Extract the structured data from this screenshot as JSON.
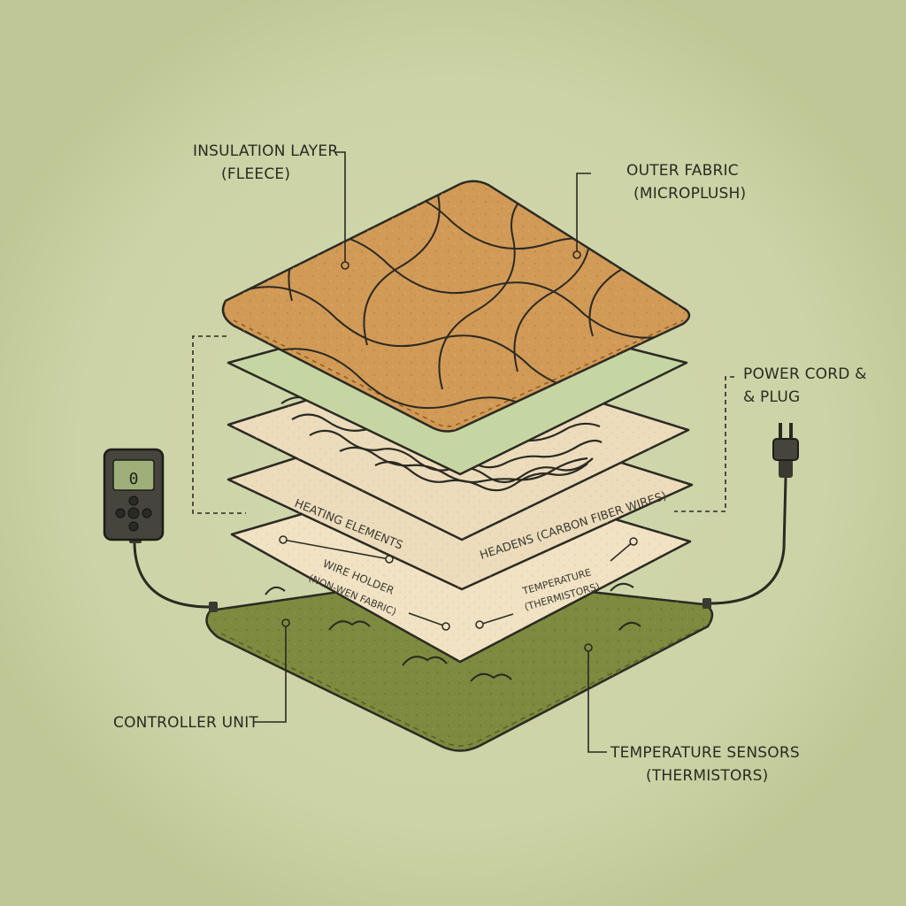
{
  "diagram": {
    "callouts": {
      "insulation": {
        "line1": "INSULATION LAYER",
        "line2": "(FLEECE)"
      },
      "outer_fabric": {
        "line1": "OUTER FABRIC",
        "line2": "(MICROPLUSH)"
      },
      "power_cord": {
        "line1": "POWER CORD &",
        "line2": "& PLUG"
      },
      "controller": {
        "line1": "CONTROLLER UNIT"
      },
      "sensors": {
        "line1": "TEMPERATURE SENSORS",
        "line2": "(THERMISTORS)"
      }
    },
    "layer_labels": {
      "heating_elements": "HEATING ELEMENTS",
      "headens": "HEADENS (CARBON FIBER WIRES)",
      "wire_holder_1": "WIRE HOLDER",
      "wire_holder_2": "(NON-WEN FABRIC)",
      "temperature_1": "TEMPERATURE",
      "temperature_2": "(THERMISTORS)"
    },
    "controller_display": "0",
    "colors": {
      "background": "#c9d1a4",
      "outer_fabric": "#d29a57",
      "insulation": "#c6d6a2",
      "heating_layer": "#ecdcbc",
      "wire_holder": "#f0e2c3",
      "base": "#7d8a3f",
      "ink": "#2a2a22"
    }
  }
}
